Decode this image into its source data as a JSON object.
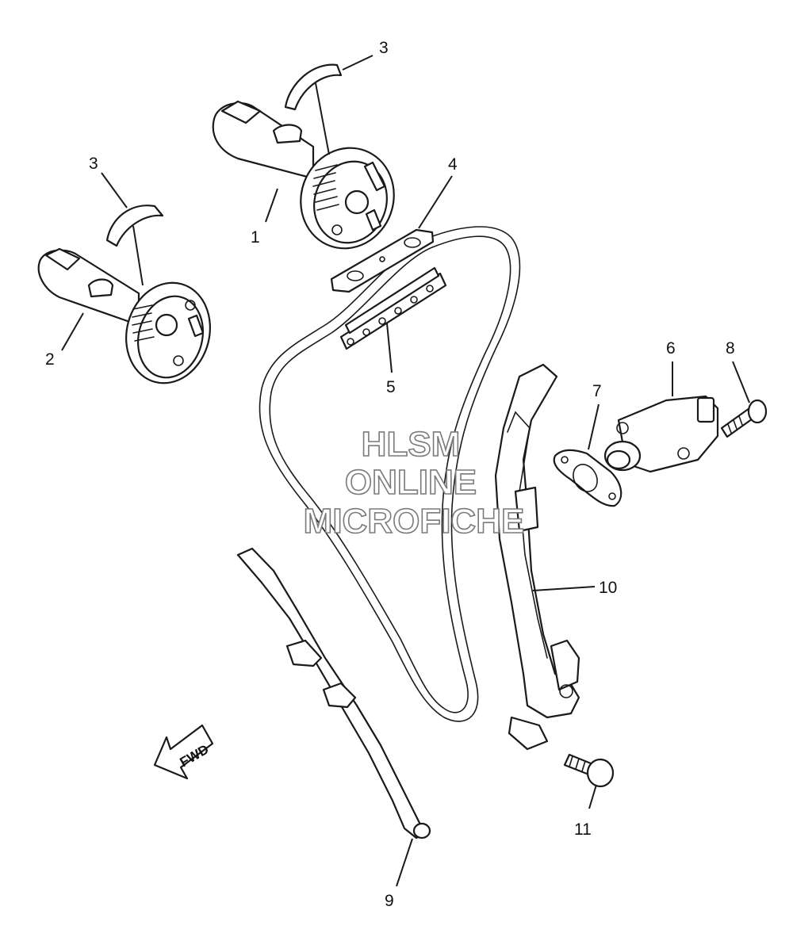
{
  "watermark": {
    "line1": "HLSM",
    "line2": "ONLINE",
    "line3": "MICROFICHE"
  },
  "direction_arrow": {
    "label": "FWD"
  },
  "callouts": [
    {
      "id": "callout-1",
      "number": "1"
    },
    {
      "id": "callout-2",
      "number": "2"
    },
    {
      "id": "callout-3a",
      "number": "3"
    },
    {
      "id": "callout-3b",
      "number": "3"
    },
    {
      "id": "callout-4",
      "number": "4"
    },
    {
      "id": "callout-5",
      "number": "5"
    },
    {
      "id": "callout-6",
      "number": "6"
    },
    {
      "id": "callout-7",
      "number": "7"
    },
    {
      "id": "callout-8",
      "number": "8"
    },
    {
      "id": "callout-9",
      "number": "9"
    },
    {
      "id": "callout-10",
      "number": "10"
    },
    {
      "id": "callout-11",
      "number": "11"
    }
  ]
}
